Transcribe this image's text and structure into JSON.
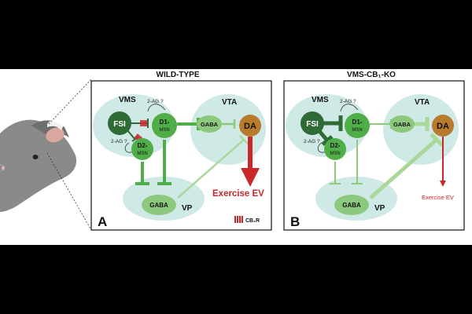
{
  "panels": [
    {
      "title": "WILD-TYPE",
      "letter": "A",
      "regions": {
        "vms": "VMS",
        "vta": "VTA",
        "vp": "VP"
      },
      "nodes": {
        "fsi": "FSI",
        "d1_line1": "D1-",
        "d1_line2": "MSN",
        "d2_line1": "D2-",
        "d2_line2": "MSN",
        "gaba_vta": "GABA",
        "da": "DA",
        "gaba_vp": "GABA"
      },
      "annotations": {
        "two_ag_top": "2-AG ?",
        "two_ag_left": "2-AG ?"
      },
      "effect": "Exercise EV",
      "legend": "CB₁R"
    },
    {
      "title": "VMS-CB₁-KO",
      "letter": "B",
      "regions": {
        "vms": "VMS",
        "vta": "VTA",
        "vp": "VP"
      },
      "nodes": {
        "fsi": "FSI",
        "d1_line1": "D1-",
        "d1_line2": "MSN",
        "d2_line1": "D2-",
        "d2_line2": "MSN",
        "gaba_vta": "GABA",
        "da": "DA",
        "gaba_vp": "GABA"
      },
      "annotations": {
        "two_ag_top": "2-AG ?",
        "two_ag_left": "2-AG ?"
      },
      "effect": "Exercise EV"
    }
  ],
  "colors": {
    "region_fill": "#cfe9e6",
    "dark_green": "#2e6b35",
    "mid_green": "#4fae48",
    "light_green": "#8cc97e",
    "pale_line": "#a9d89a",
    "da_brown": "#b87a2b",
    "red": "#c8282a"
  }
}
